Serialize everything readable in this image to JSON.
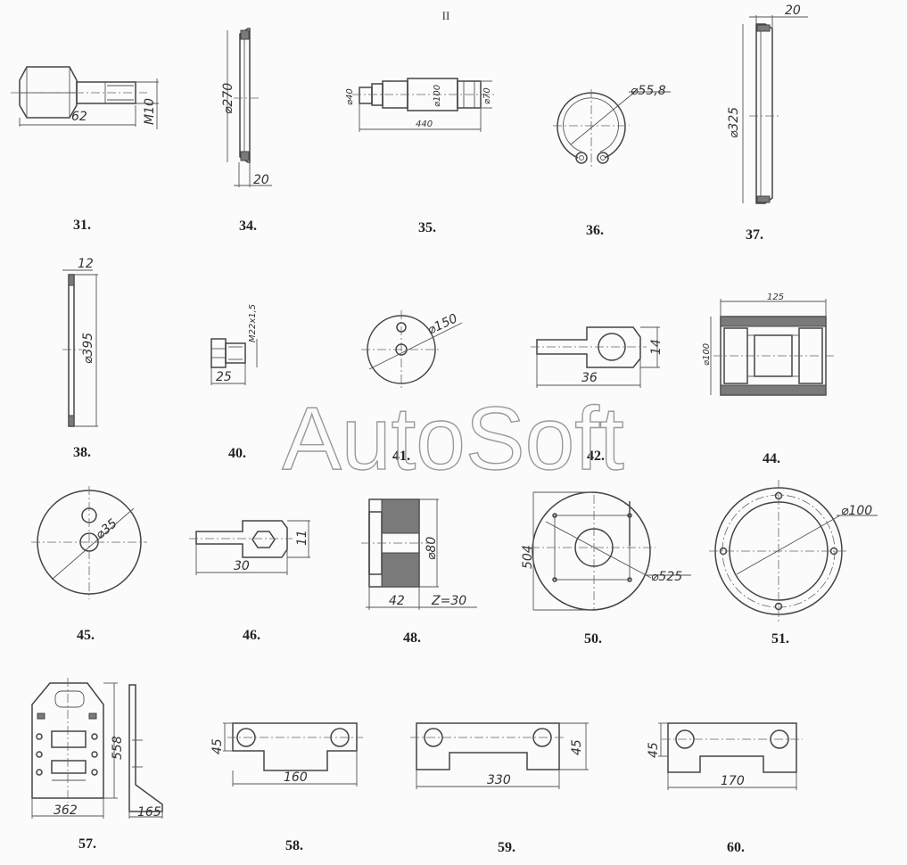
{
  "page_marker": "II",
  "watermark": "AutoSoft",
  "parts": {
    "p31": {
      "label": "31.",
      "dims": [
        "62",
        "M10"
      ]
    },
    "p34": {
      "label": "34.",
      "dims": [
        "⌀270",
        "20"
      ]
    },
    "p35": {
      "label": "35.",
      "dims": [
        "⌀40",
        "⌀100",
        "⌀70",
        "440"
      ]
    },
    "p36": {
      "label": "36.",
      "dims": [
        "⌀55,8"
      ]
    },
    "p37": {
      "label": "37.",
      "dims": [
        "20",
        "⌀325"
      ]
    },
    "p38": {
      "label": "38.",
      "dims": [
        "12",
        "⌀395"
      ]
    },
    "p40": {
      "label": "40.",
      "dims": [
        "M22x1,5",
        "25"
      ]
    },
    "p41": {
      "label": "41.",
      "dims": [
        "⌀150"
      ]
    },
    "p42": {
      "label": "42.",
      "dims": [
        "14",
        "36"
      ]
    },
    "p44": {
      "label": "44.",
      "dims": [
        "125",
        "⌀100"
      ]
    },
    "p45": {
      "label": "45.",
      "dims": [
        "⌀35"
      ]
    },
    "p46": {
      "label": "46.",
      "dims": [
        "11",
        "30"
      ]
    },
    "p48": {
      "label": "48.",
      "dims": [
        "⌀80",
        "42",
        "Z=30"
      ]
    },
    "p50": {
      "label": "50.",
      "dims": [
        "504",
        "⌀525"
      ]
    },
    "p51": {
      "label": "51.",
      "dims": [
        "⌀100"
      ]
    },
    "p57": {
      "label": "57.",
      "dims": [
        "558",
        "362",
        "165"
      ]
    },
    "p58": {
      "label": "58.",
      "dims": [
        "45",
        "160"
      ]
    },
    "p59": {
      "label": "59.",
      "dims": [
        "330",
        "45"
      ]
    },
    "p60": {
      "label": "60.",
      "dims": [
        "45",
        "170"
      ]
    }
  }
}
